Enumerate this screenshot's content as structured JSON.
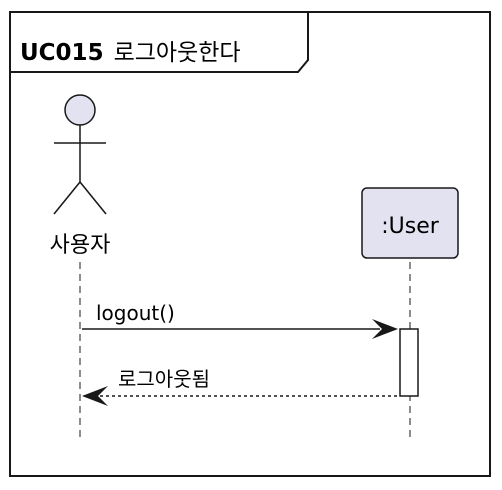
{
  "diagram": {
    "frame": {
      "id": "UC015",
      "title": "로그아웃한다"
    },
    "participants": [
      {
        "kind": "actor",
        "label": "사용자"
      },
      {
        "kind": "participant",
        "label": ":User"
      }
    ],
    "messages": [
      {
        "from": "사용자",
        "to": ":User",
        "label": "logout()",
        "style": "solid"
      },
      {
        "from": ":User",
        "to": "사용자",
        "label": "로그아웃됨",
        "style": "dashed"
      }
    ],
    "colors": {
      "participant_fill": "#e2e2f0",
      "actor_fill": "#e2e2f0",
      "line": "#181818",
      "activation_fill": "#ffffff"
    }
  }
}
